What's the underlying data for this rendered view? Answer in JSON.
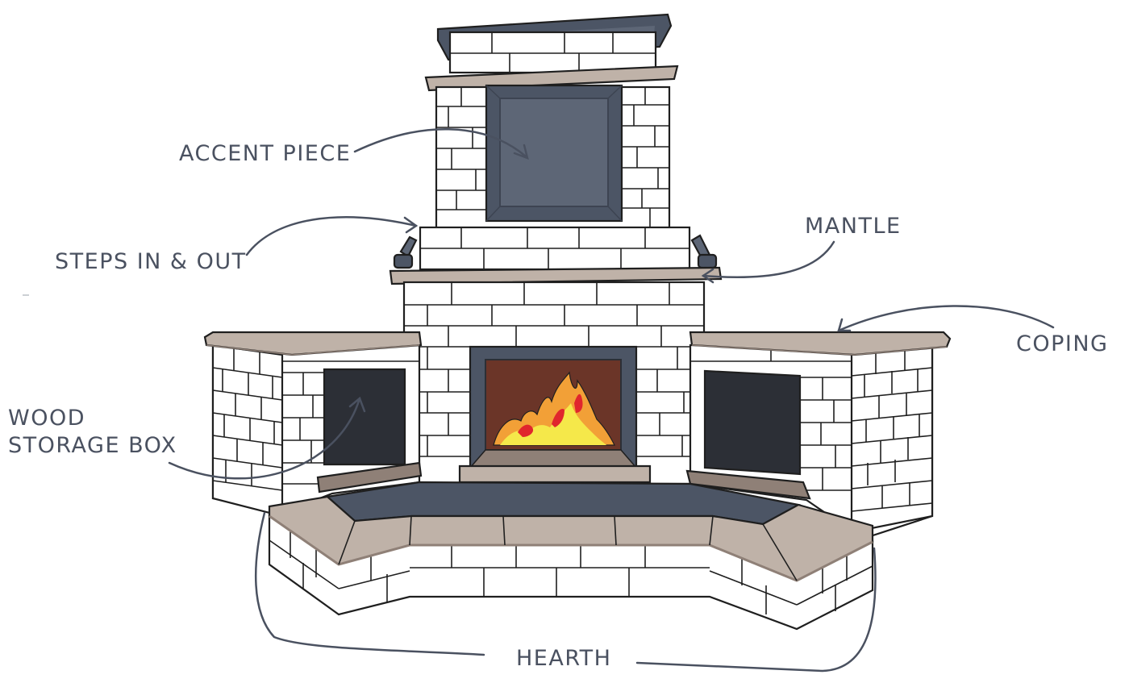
{
  "labels": {
    "accent_piece": "ACCENT PIECE",
    "steps_in_out": "STEPS IN & OUT",
    "mantle": "MANTLE",
    "coping": "COPING",
    "wood_storage_box_line1": "WOOD",
    "wood_storage_box_line2": "STORAGE BOX",
    "hearth": "HEARTH"
  },
  "colors": {
    "brick": "#ffffff",
    "mortar_line": "#1f1f1f",
    "cap_stone": "#bfb2a8",
    "cap_stone_shadow": "#8f8077",
    "steel_frame": "#4c5565",
    "steel_panel": "#5d6676",
    "dark_opening": "#2c2f36",
    "firebox_back": "#6b3528",
    "flame_orange": "#f2a037",
    "flame_yellow": "#f5e84a",
    "flame_red": "#e0262d",
    "label_text": "#4a5160"
  }
}
